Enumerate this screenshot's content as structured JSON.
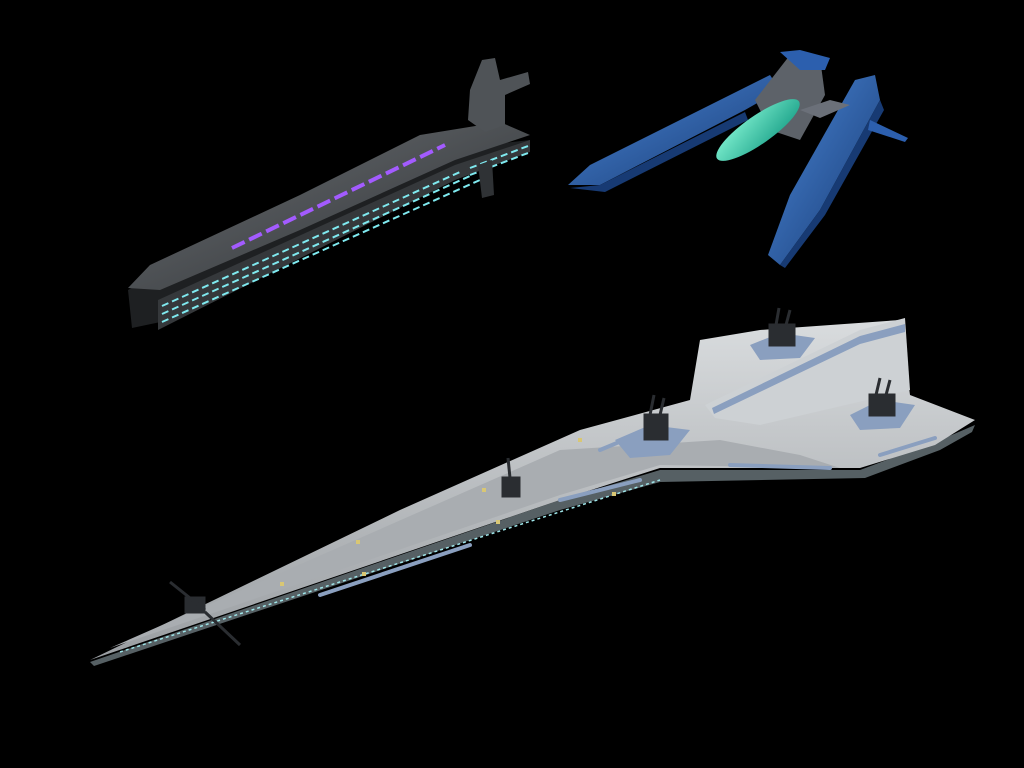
{
  "scene": {
    "background": "#000000",
    "ships": [
      {
        "name": "capital-ship",
        "hull": "#b9bdc0",
        "accent": "#8a9fbf",
        "turret": "#2a2d31",
        "glow": "#9fe6ea"
      },
      {
        "name": "carrier-ship",
        "hull": "#4a4d51",
        "window_cyan": "#7fe9ef",
        "window_purple": "#a35bff"
      },
      {
        "name": "fighter-ship",
        "wing": "#2c5fae",
        "wing_shadow": "#173a73",
        "canopy": "#33d6b0",
        "frame": "#6b7079"
      }
    ]
  }
}
